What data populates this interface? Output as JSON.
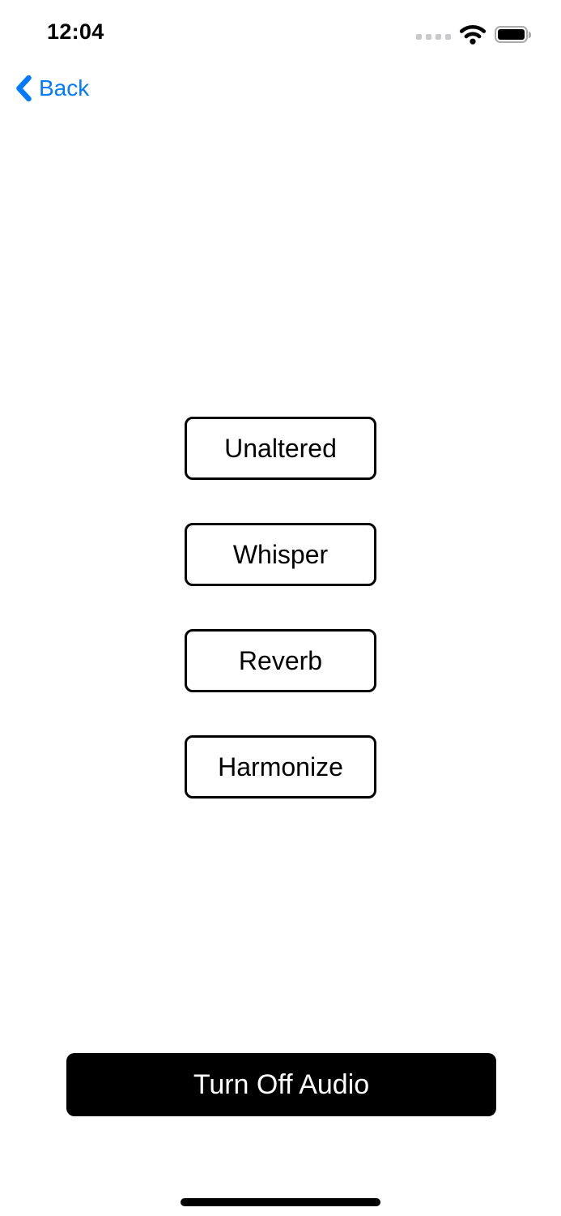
{
  "status_bar": {
    "time": "12:04",
    "icons": {
      "cellular": "cellular-signal-dots-icon",
      "wifi": "wifi-icon",
      "battery": "battery-full-icon"
    }
  },
  "navigation": {
    "back_label": "Back",
    "back_icon": "chevron-left-icon"
  },
  "effects": {
    "options": [
      "Unaltered",
      "Whisper",
      "Reverb",
      "Harmonize"
    ]
  },
  "footer": {
    "primary_action_label": "Turn Off Audio"
  },
  "colors": {
    "accent_blue": "#007AFF",
    "option_border": "#000000",
    "primary_button_bg": "#000000",
    "primary_button_text": "#FFFFFF",
    "cellular_dot_gray": "#C8C8CD",
    "battery_outline_gray": "#ABABAB"
  }
}
